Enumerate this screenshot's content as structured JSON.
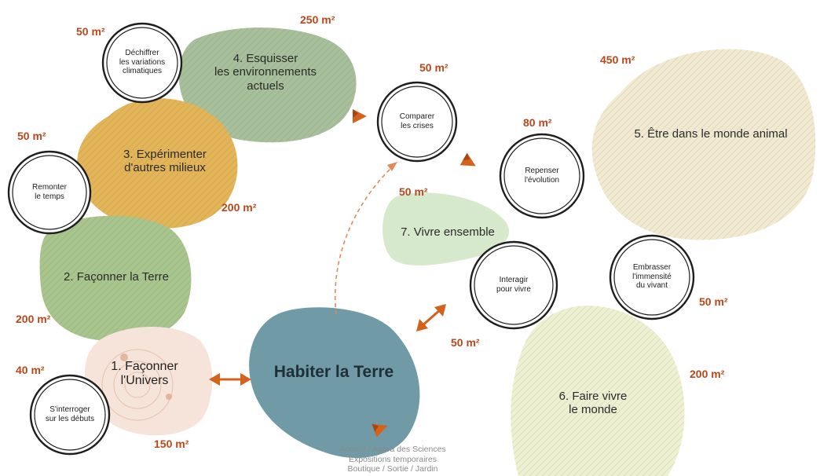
{
  "center": {
    "title": "Habiter la Terre"
  },
  "footer": [
    "Accueil / Agora des Sciences",
    "Expositions temporaires",
    "Boutique / Sortie / Jardin"
  ],
  "zones": [
    {
      "id": "z1",
      "label": [
        "1. Façonner",
        "l'Univers"
      ],
      "area": "150 m²",
      "color": "#f6e3da"
    },
    {
      "id": "z2",
      "label": [
        "2. Façonner la Terre"
      ],
      "area": "200 m²",
      "color": "#a9c58e"
    },
    {
      "id": "z3",
      "label": [
        "3. Expérimenter",
        "d'autres milieux"
      ],
      "area": "200 m²",
      "color": "#e3b558"
    },
    {
      "id": "z4",
      "label": [
        "4. Esquisser",
        "les environnements",
        "actuels"
      ],
      "area": "250 m²",
      "color": "#a8bf9b"
    },
    {
      "id": "z5",
      "label": [
        "5. Être dans le monde animal"
      ],
      "area": "450 m²",
      "color": "#f1ead1"
    },
    {
      "id": "z6",
      "label": [
        "6. Faire vivre",
        "le monde"
      ],
      "area": "200 m²",
      "color": "#eef0d2"
    },
    {
      "id": "z7",
      "label": [
        "7. Vivre ensemble"
      ],
      "area": "50 m²",
      "color": "#d6e9cc"
    }
  ],
  "rings": [
    {
      "id": "r1",
      "label": [
        "S'interroger",
        "sur les débuts"
      ],
      "area": "40 m²"
    },
    {
      "id": "r2",
      "label": [
        "Remonter",
        "le temps"
      ],
      "area": "50 m²"
    },
    {
      "id": "r3",
      "label": [
        "Déchiffrer",
        "les variations",
        "climatiques"
      ],
      "area": "50 m²"
    },
    {
      "id": "r4",
      "label": [
        "Comparer",
        "les crises"
      ],
      "area": "50 m²"
    },
    {
      "id": "r5",
      "label": [
        "Repenser",
        "l'évolution"
      ],
      "area": "80 m²"
    },
    {
      "id": "r6",
      "label": [
        "Interagir",
        "pour vivre"
      ],
      "area": "50 m²"
    },
    {
      "id": "r7",
      "label": [
        "Embrasser",
        "l'immensité",
        "du vivant"
      ],
      "area": "50 m²"
    }
  ],
  "colors": {
    "accent": "#d4611c",
    "center": "#6f9aa6",
    "ring": "#1e1e1e"
  }
}
